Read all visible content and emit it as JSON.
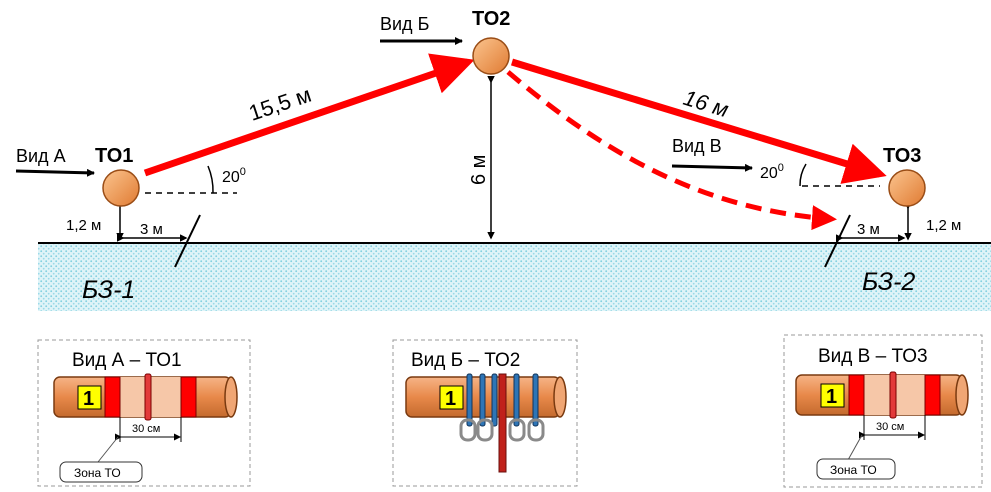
{
  "points": {
    "to1": "ТО1",
    "to2": "ТО2",
    "to3": "ТО3"
  },
  "views": {
    "a": "Вид А",
    "b": "Вид Б",
    "v": "Вид В"
  },
  "distances": {
    "to1_to2": "15,5 м",
    "to2_to3": "16 м",
    "height_to2": "6 м",
    "height_left": "1,2 м",
    "height_right": "1,2 м",
    "offset_left": "3 м",
    "offset_right": "3 м"
  },
  "angles": {
    "left": {
      "value": "20",
      "sup": "0"
    },
    "right": {
      "value": "20",
      "sup": "0"
    }
  },
  "zones": {
    "left": "БЗ-1",
    "right": "БЗ-2"
  },
  "details": {
    "a": {
      "title": "Вид А – ТО1",
      "badge": "1",
      "dim": "30 см",
      "zone": "Зона ТО"
    },
    "b": {
      "title": "Вид Б – ТО2",
      "badge": "1"
    },
    "v": {
      "title": "Вид В – ТО3",
      "badge": "1",
      "dim": "30 см",
      "zone": "Зона ТО"
    }
  },
  "colors": {
    "rope": "#ff0000",
    "node": "#f5a561",
    "pipe": "#e8894a",
    "badge": "#ffff00",
    "sling": "#2e75b6",
    "ground": "#c9ecf3"
  }
}
